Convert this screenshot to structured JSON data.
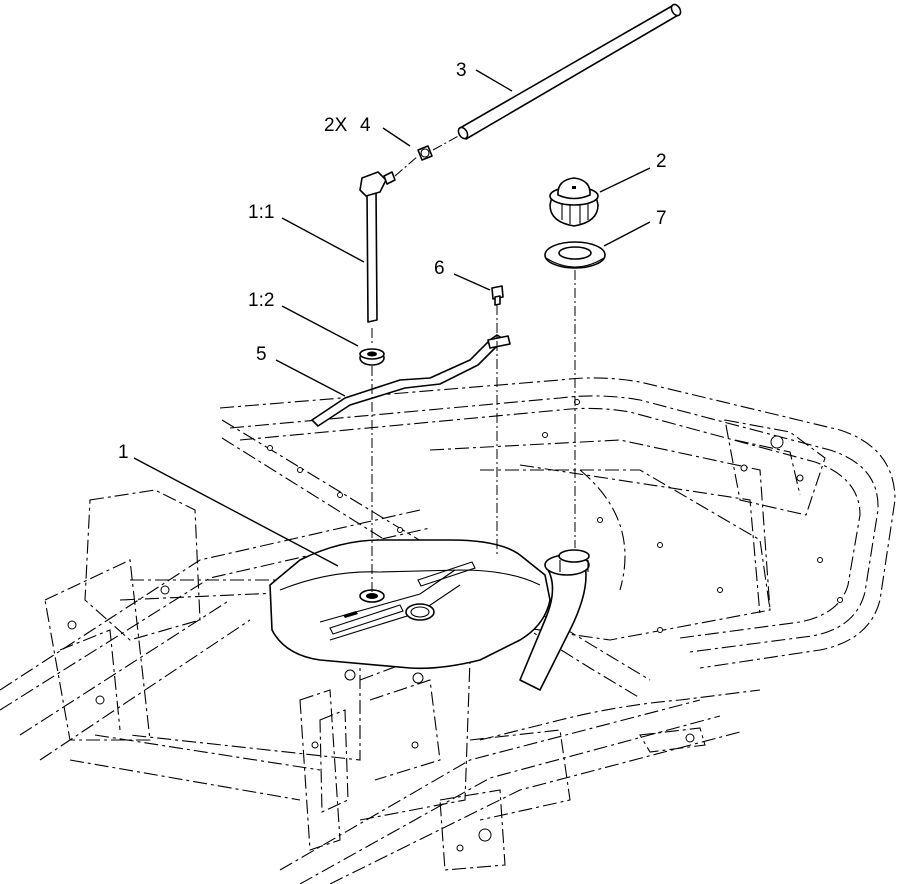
{
  "diagram": {
    "callouts": [
      {
        "id": "c3",
        "text": "3"
      },
      {
        "id": "c2x",
        "text": "2X"
      },
      {
        "id": "c4",
        "text": "4"
      },
      {
        "id": "c2",
        "text": "2"
      },
      {
        "id": "c11",
        "text": "1:1"
      },
      {
        "id": "c7",
        "text": "7"
      },
      {
        "id": "c6",
        "text": "6"
      },
      {
        "id": "c12",
        "text": "1:2"
      },
      {
        "id": "c5",
        "text": "5"
      },
      {
        "id": "c1",
        "text": "1"
      }
    ]
  }
}
